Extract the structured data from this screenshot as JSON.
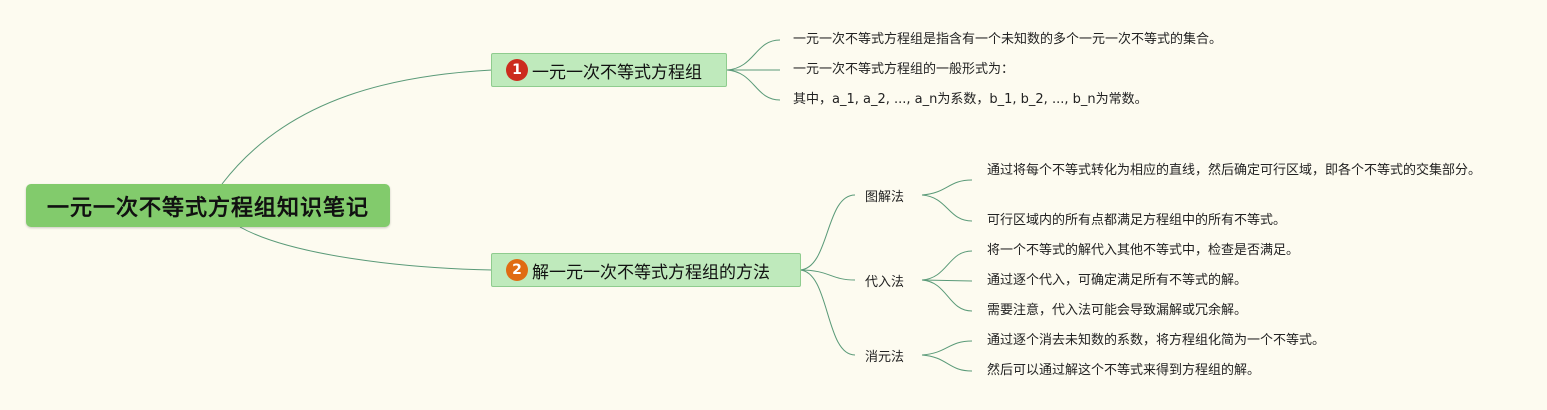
{
  "root": {
    "title": "一元一次不等式方程组知识笔记"
  },
  "branches": [
    {
      "badge": "1",
      "badge_color": "#cc2b1e",
      "title": "一元一次不等式方程组",
      "leaves": [
        "一元一次不等式方程组是指含有一个未知数的多个一元一次不等式的集合。",
        "一元一次不等式方程组的一般形式为：",
        "其中，a_1, a_2, ..., a_n为系数，b_1, b_2, ..., b_n为常数。"
      ]
    },
    {
      "badge": "2",
      "badge_color": "#e06b12",
      "title": "解一元一次不等式方程组的方法",
      "methods": [
        {
          "name": "图解法",
          "leaves": [
            "通过将每个不等式转化为相应的直线，然后确定可行区域，即各个不等式的交集部分。",
            "可行区域内的所有点都满足方程组中的所有不等式。"
          ]
        },
        {
          "name": "代入法",
          "leaves": [
            "将一个不等式的解代入其他不等式中，检查是否满足。",
            "通过逐个代入，可确定满足所有不等式的解。",
            "需要注意，代入法可能会导致漏解或冗余解。"
          ]
        },
        {
          "name": "消元法",
          "leaves": [
            "通过逐个消去未知数的系数，将方程组化简为一个不等式。",
            "然后可以通过解这个不等式来得到方程组的解。"
          ]
        }
      ]
    }
  ]
}
